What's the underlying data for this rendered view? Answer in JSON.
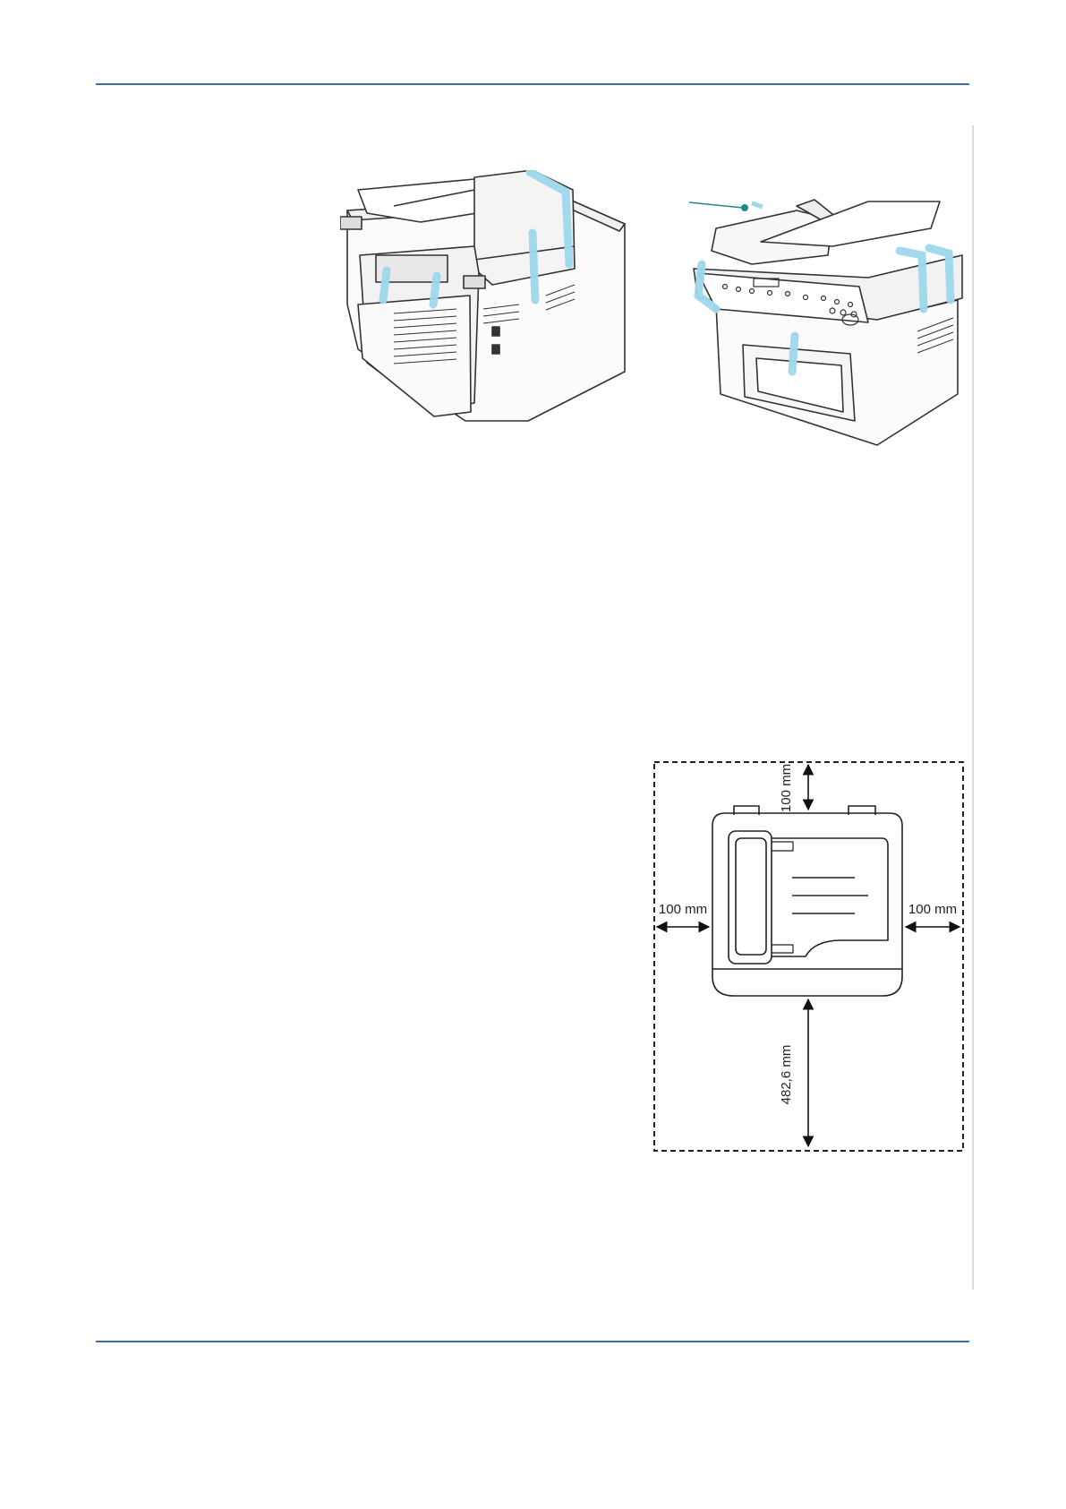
{
  "clearance_diagram": {
    "top": "100 mm",
    "left": "100 mm",
    "right": "100 mm",
    "front": "482,6 mm"
  },
  "colors": {
    "header_rule": "#3a6fa8",
    "tape": "#9ed8ec",
    "callout": "#1f8a8a",
    "line_art": "#333333"
  }
}
